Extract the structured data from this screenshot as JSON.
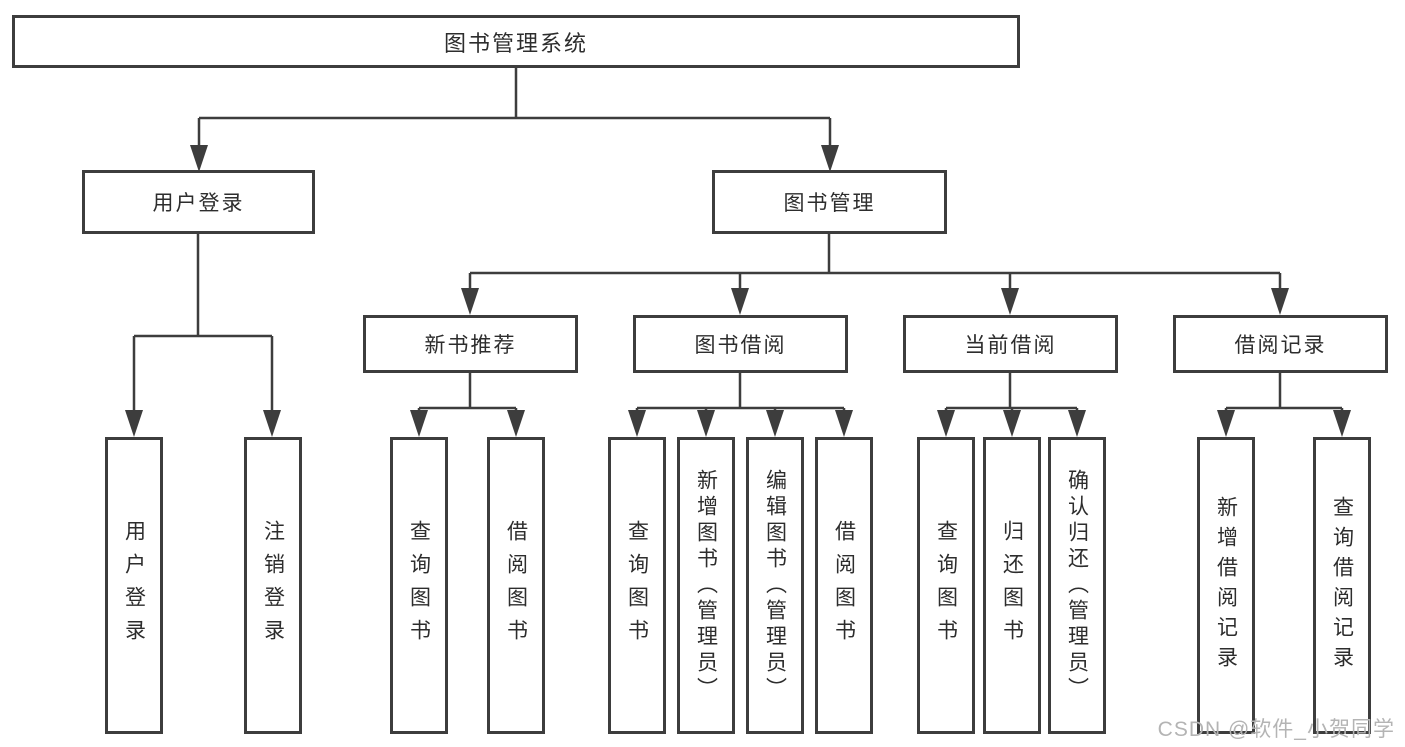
{
  "nodes": {
    "root": {
      "label": "图书管理系统"
    },
    "level1": [
      {
        "label": "用户登录"
      },
      {
        "label": "图书管理"
      }
    ],
    "level2": [
      {
        "label": "新书推荐"
      },
      {
        "label": "图书借阅"
      },
      {
        "label": "当前借阅"
      },
      {
        "label": "借阅记录"
      }
    ],
    "leaves": {
      "user_login": [
        {
          "label": "用户登录"
        },
        {
          "label": "注销登录"
        }
      ],
      "new_books": [
        {
          "label": "查询图书"
        },
        {
          "label": "借阅图书"
        }
      ],
      "book_borrow": [
        {
          "label": "查询图书"
        },
        {
          "label": "新增图书（管理员）"
        },
        {
          "label": "编辑图书（管理员）"
        },
        {
          "label": "借阅图书"
        }
      ],
      "current_borrow": [
        {
          "label": "查询图书"
        },
        {
          "label": "归还图书"
        },
        {
          "label": "确认归还（管理员）"
        }
      ],
      "borrow_records": [
        {
          "label": "新增借阅记录"
        },
        {
          "label": "查询借阅记录"
        }
      ]
    }
  },
  "watermark": {
    "text": "CSDN @软件_小贺同学",
    "color": "#b4b4b4"
  },
  "colors": {
    "line": "#3d3d3d",
    "text": "#2d2d2d",
    "background": "#ffffff"
  }
}
